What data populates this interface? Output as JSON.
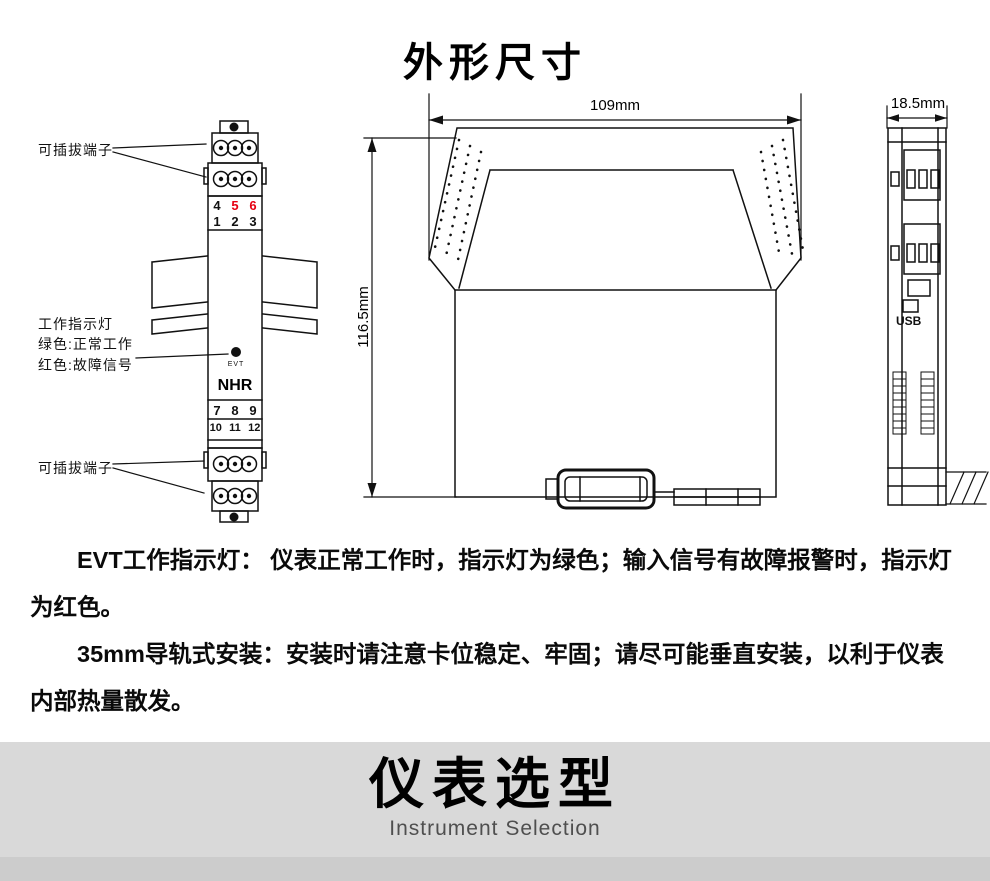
{
  "title": "外形尺寸",
  "colors": {
    "terminal_red": "#e60012",
    "line": "#111111",
    "banner_bg": "#d9d9d9",
    "banner_strip": "#cccccc",
    "subtitle_gray": "#4f4f4f"
  },
  "front_view": {
    "label_pluggable_top": "可插拔端子",
    "label_pluggable_bottom": "可插拔端子",
    "indicator_label_lines": [
      "工作指示灯",
      "绿色:正常工作",
      "红色:故障信号"
    ],
    "terminals_row1": [
      "4",
      "5",
      "6"
    ],
    "terminals_row2": [
      "1",
      "2",
      "3"
    ],
    "terminals_row3": [
      "7",
      "8",
      "9"
    ],
    "terminals_row4": [
      "10",
      "11",
      "12"
    ],
    "led_label": "EVT",
    "logo": "NHR"
  },
  "dimensions": {
    "width": "109mm",
    "height": "116.5mm",
    "depth": "18.5mm"
  },
  "side_view": {
    "usb_label": "USB"
  },
  "paragraphs": [
    "EVT工作指示灯： 仪表正常工作时，指示灯为绿色；输入信号有故障报警时，指示灯为红色。",
    "35mm导轨式安装：安装时请注意卡位稳定、牢固；请尽可能垂直安装，以利于仪表内部热量散发。"
  ],
  "banner": {
    "title": "仪表选型",
    "subtitle": "Instrument Selection"
  }
}
